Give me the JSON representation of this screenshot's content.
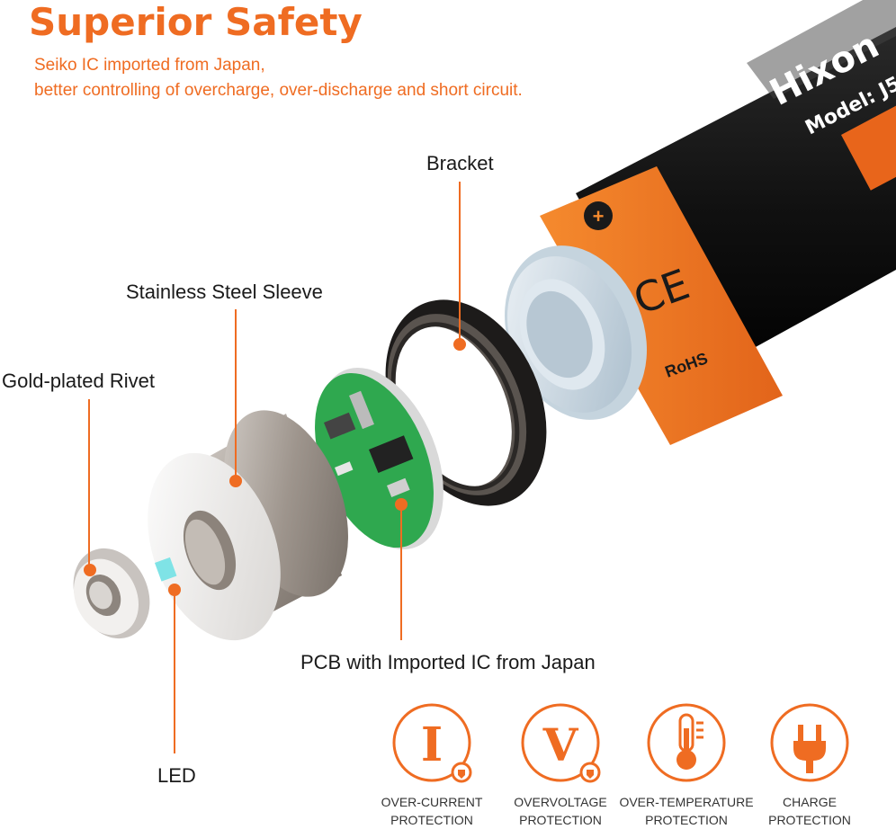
{
  "heading": {
    "title": "Superior Safety",
    "line1": "Seiko IC imported from Japan,",
    "line2": "better controlling of overcharge, over-discharge and short circuit."
  },
  "parts": {
    "bracket": "Bracket",
    "sleeve": "Stainless Steel Sleeve",
    "rivet": "Gold-plated Rivet",
    "pcb": "PCB with Imported IC from Japan",
    "led": "LED"
  },
  "battery": {
    "brand": "Hixon",
    "model": "Model: J5",
    "ce": "CE",
    "rohs": "RoHS",
    "plus": "+"
  },
  "icons": [
    {
      "name": "over-current",
      "glyph": "I",
      "line1": "OVER-CURRENT",
      "line2": "PROTECTION"
    },
    {
      "name": "overvoltage",
      "glyph": "V",
      "line1": "OVERVOLTAGE",
      "line2": "PROTECTION"
    },
    {
      "name": "over-temperature",
      "glyph": "thermometer",
      "line1": "OVER-TEMPERATURE",
      "line2": "PROTECTION"
    },
    {
      "name": "charge",
      "glyph": "plug",
      "line1": "CHARGE",
      "line2": "PROTECTION"
    }
  ],
  "colors": {
    "accent": "#ef6c22",
    "pcb": "#2fa84f",
    "led": "#7fe3e6"
  }
}
